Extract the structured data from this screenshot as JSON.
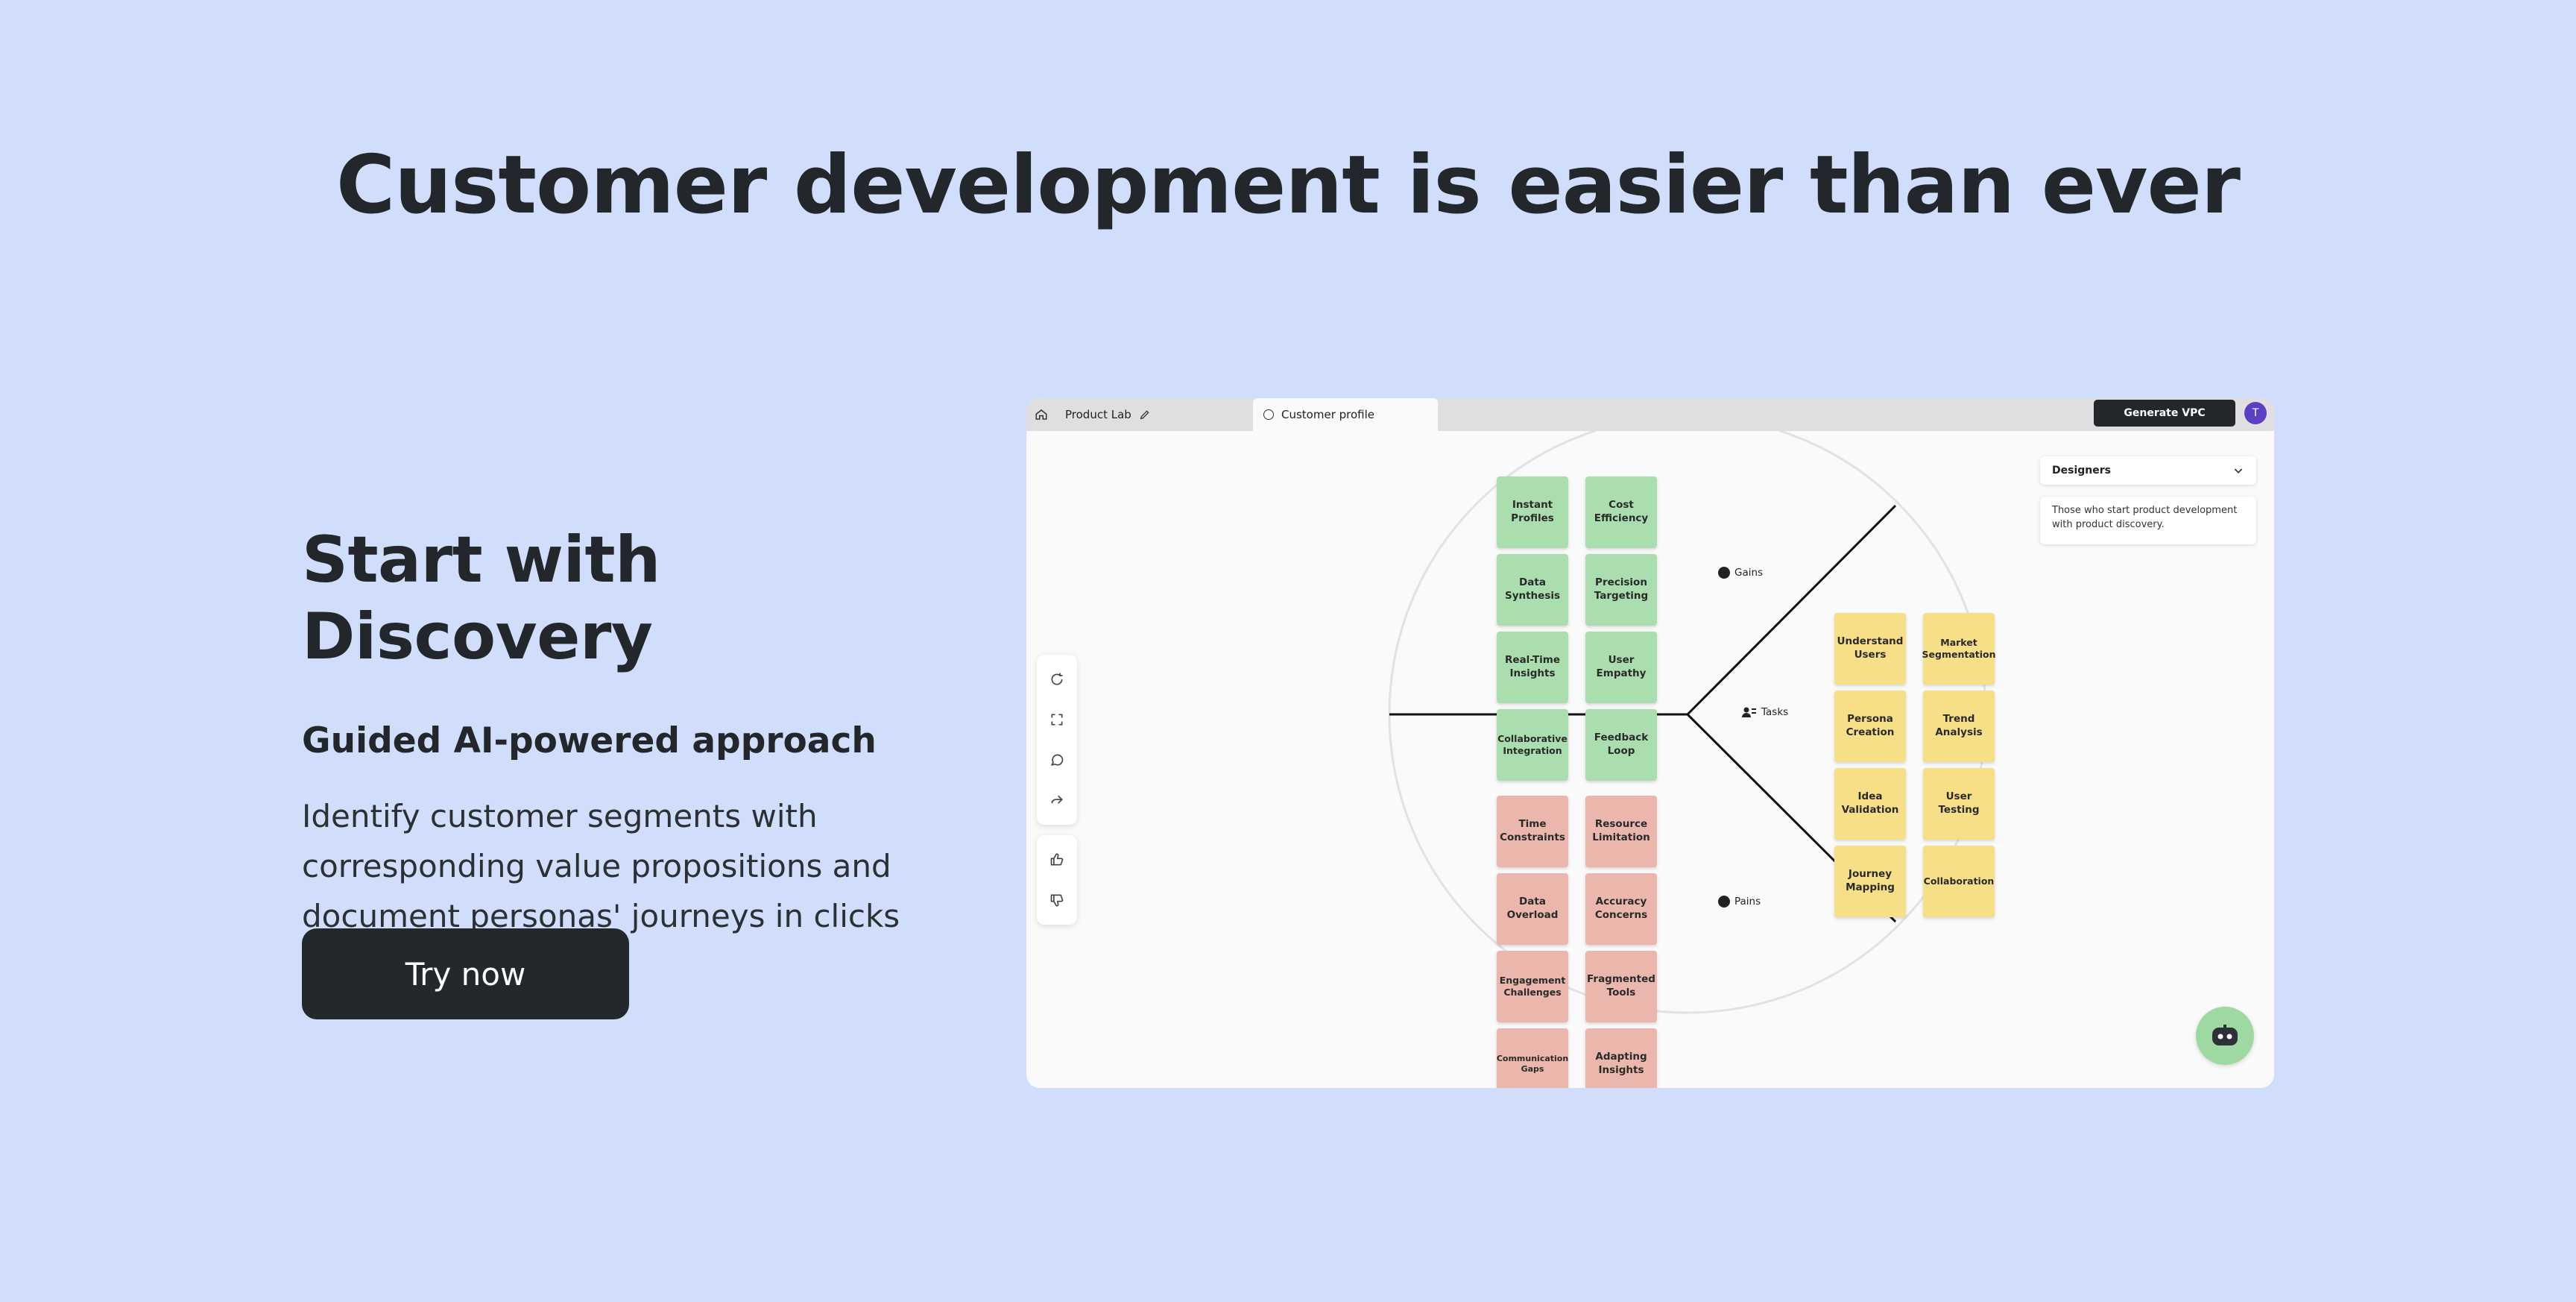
{
  "hero": {
    "title": "Customer development is easier than ever"
  },
  "left": {
    "heading": "Start with Discovery",
    "subheading": "Guided AI-powered approach",
    "description": "Identify customer segments with corresponding value propositions and document personas' journeys in clicks",
    "cta_label": "Try now"
  },
  "app": {
    "tabs": {
      "product": "Product Lab",
      "customer": "Customer profile"
    },
    "generate_label": "Generate VPC",
    "avatar_initial": "T",
    "segment_dropdown": "Designers",
    "segment_description": "Those who start product development with product discovery.",
    "labels": {
      "gains": "Gains",
      "tasks": "Tasks",
      "pains": "Pains"
    },
    "gain_notes": [
      "Instant Profiles",
      "Cost Efficiency",
      "Data Synthesis",
      "Precision Targeting",
      "Real-Time Insights",
      "User Empathy",
      "Collaborative Integration",
      "Feedback Loop"
    ],
    "pain_notes": [
      "Time Constraints",
      "Resource Limitation",
      "Data Overload",
      "Accuracy Concerns",
      "Engagement Challenges",
      "Fragmented Tools",
      "Communication Gaps",
      "Adapting Insights"
    ],
    "task_notes": [
      "Understand Users",
      "Market Segmentation",
      "Persona Creation",
      "Trend Analysis",
      "Idea Validation",
      "User Testing",
      "Journey Mapping",
      "Collaboration"
    ],
    "colors": {
      "gain": "#abdeae",
      "pain": "#ebb7ad",
      "task": "#f7df88",
      "dark": "#23272b",
      "avatar": "#5b3fc4"
    }
  }
}
